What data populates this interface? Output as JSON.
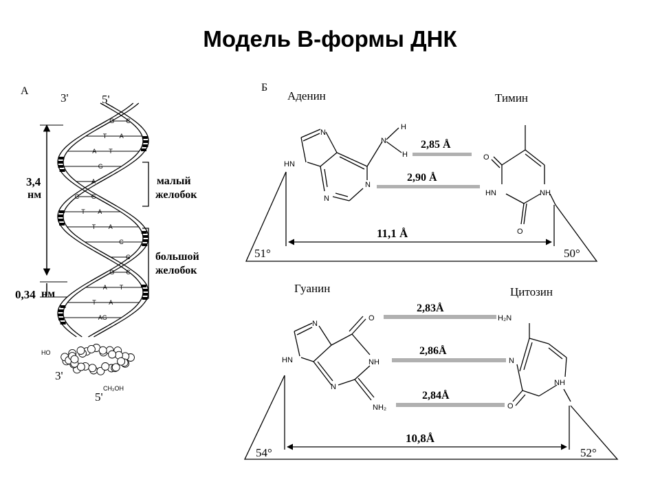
{
  "title": "Модель В-формы ДНК",
  "panel_a": {
    "label": "А",
    "end_3_top": "3'",
    "end_5_top": "5'",
    "end_3_bottom": "3'",
    "end_5_bottom": "5'",
    "pitch_value": "3,4",
    "pitch_unit": "нм",
    "rise_value": "0,34",
    "rise_unit": "нм",
    "minor_groove_1": "малый",
    "minor_groove_2": "желобок",
    "major_groove_1": "большой",
    "major_groove_2": "желобок",
    "ho_label": "HO",
    "ch2oh_label": "CH₂OH",
    "pairs": [
      {
        "left": "G",
        "right": "C"
      },
      {
        "left": "T",
        "right": "A"
      },
      {
        "left": "A",
        "right": "T"
      },
      {
        "left": "",
        "right": "G"
      },
      {
        "left": "",
        "right": "A"
      },
      {
        "left": "C",
        "right": "G"
      },
      {
        "left": "T",
        "right": "A"
      },
      {
        "left": "T",
        "right": "A"
      },
      {
        "left": "",
        "right": "C"
      },
      {
        "left": "",
        "right": "C"
      },
      {
        "left": "G",
        "right": "C"
      },
      {
        "left": "A",
        "right": "T"
      },
      {
        "left": "T",
        "right": "A"
      },
      {
        "left": "",
        "right": "AG"
      }
    ]
  },
  "panel_b": {
    "label": "Б",
    "adenine": "Аденин",
    "thymine": "Тимин",
    "guanine": "Гуанин",
    "cytosine": "Цитозин",
    "at_bond_1": "2,85 Å",
    "at_bond_2": "2,90 Å",
    "at_distance": "11,1 Å",
    "at_angle_left": "51°",
    "at_angle_right": "50°",
    "gc_bond_1": "2,83Å",
    "gc_bond_2": "2,86Å",
    "gc_bond_3": "2,84Å",
    "gc_distance": "10,8Å",
    "gc_angle_left": "54°",
    "gc_angle_right": "52°",
    "atoms": {
      "N": "N",
      "NH": "NH",
      "HN": "HN",
      "H": "H",
      "O": "O",
      "NH2": "NH₂",
      "H2N": "H₂N"
    }
  }
}
